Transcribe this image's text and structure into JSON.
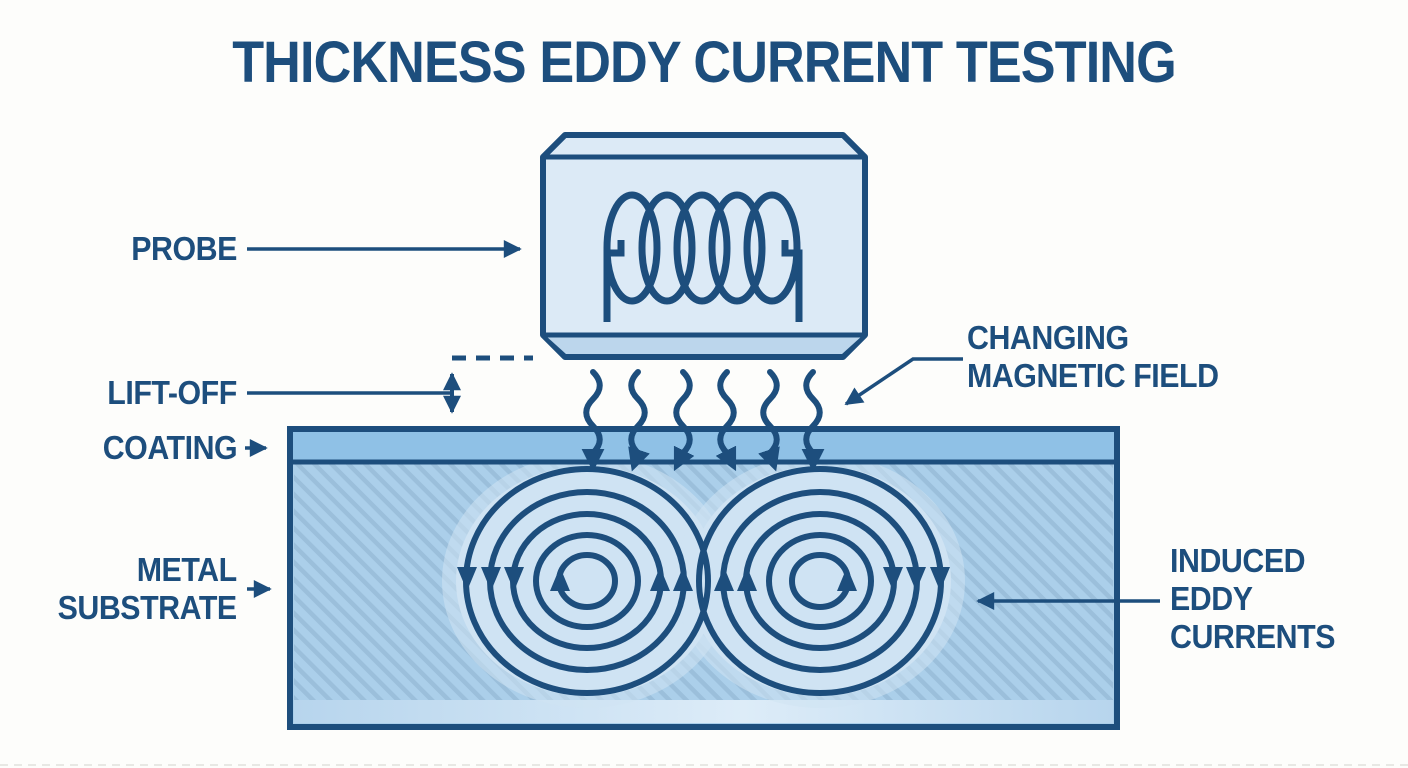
{
  "title": "THICKNESS EDDY CURRENT TESTING",
  "labels": {
    "probe": "PROBE",
    "lift_off": "LIFT-OFF",
    "coating": "COATING",
    "metal_substrate": {
      "lines": [
        "METAL",
        "SUBSTRATE"
      ]
    },
    "changing_magnetic_field": {
      "lines": [
        "CHANGING",
        "MAGNETIC FIELD"
      ]
    },
    "induced_eddy_currents": {
      "lines": [
        "INDUCED",
        "EDDY",
        "CURRENTS"
      ]
    }
  },
  "colors": {
    "background": "#fdfdfb",
    "ink": "#1d4e7d",
    "probe_fill": "#dceaf6",
    "probe_base_fill": "#bcd6ec",
    "coating_fill": "#8fc1e6",
    "substrate_fill": "#abcfea",
    "hatch_stripe": "#9bbfdb",
    "halo_fill": "#cfe3f3",
    "bottom_band_fill": "#bcd8ee"
  }
}
